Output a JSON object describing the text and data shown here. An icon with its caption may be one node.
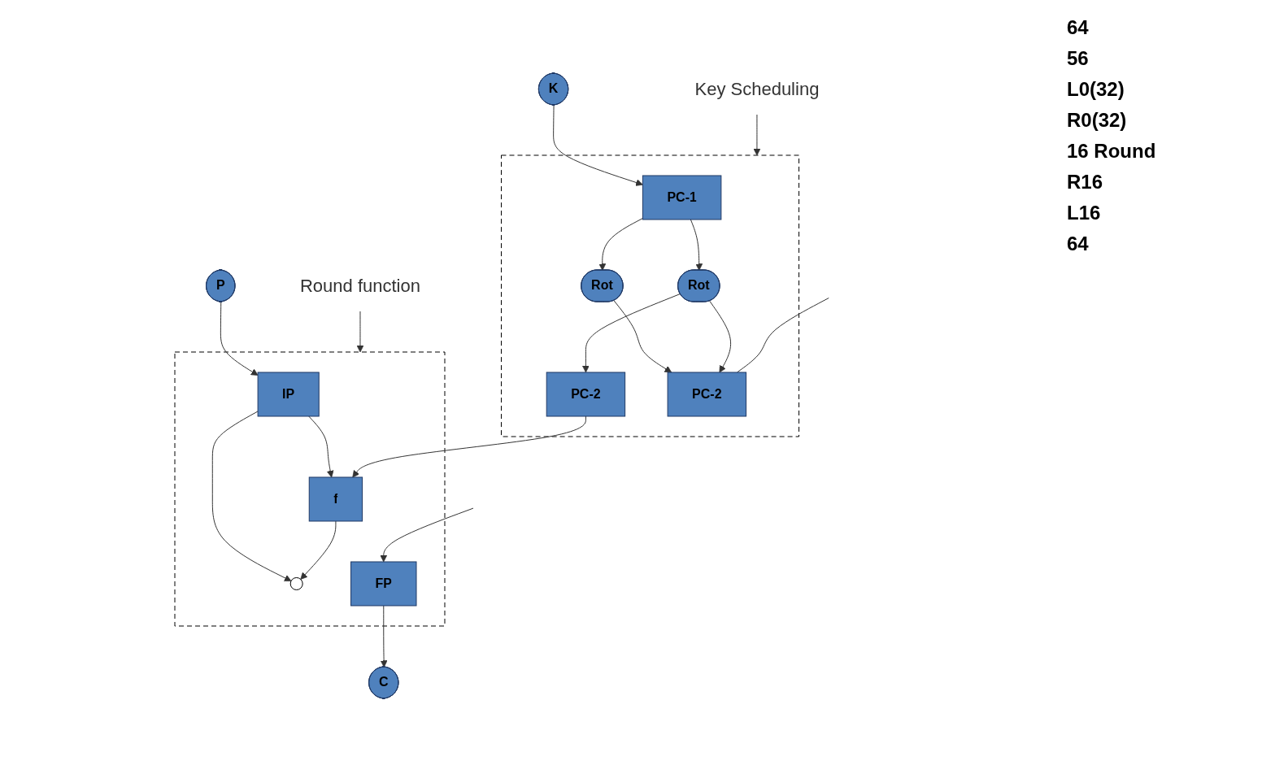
{
  "diagram": {
    "nodes": [
      {
        "text": [],
        "shape": "box"
      },
      {
        "text": [
          "P"
        ]
      },
      {
        "text": [
          "IP"
        ],
        "in": 0
      },
      {
        "text": [
          "f"
        ],
        "in": 0
      },
      {
        "text": [],
        "shape": "circle",
        "in": 0
      },
      {
        "text": [
          "FP"
        ],
        "in": 0
      },
      {
        "text": [
          "C"
        ]
      },
      {
        "text": [],
        "shape": "box"
      },
      {
        "text": [
          "K"
        ]
      },
      {
        "text": [
          "PC-1"
        ],
        "in": 7
      },
      {
        "text": [
          "Rot"
        ],
        "in": 7
      },
      {
        "text": [
          "Rot"
        ],
        "in": 7
      },
      {
        "text": [
          "PC-2"
        ],
        "in": 7
      },
      {
        "text": [
          "PC-2"
        ],
        "in": 7
      },
      {
        "text": [
          "Round function"
        ]
      },
      {
        "text": [
          "Key Scheduling"
        ]
      }
    ],
    "edges": [
      {
        "from": 1,
        "to": 2,
        "arrow": "to"
      },
      {
        "from": 2,
        "to": 4,
        "arrow": "to"
      },
      {
        "from": 2,
        "to": 3,
        "arrow": "to"
      },
      {
        "from": 3,
        "to": 4,
        "arrow": "to"
      },
      {
        "from": 12,
        "to": 3,
        "arrow": "to"
      },
      {
        "from": null,
        "to": 5,
        "arrow": "to"
      },
      {
        "from": 5,
        "to": 6,
        "arrow": "to"
      },
      {
        "from": 8,
        "to": 9,
        "arrow": "to"
      },
      {
        "from": 9,
        "to": 10,
        "arrow": "to"
      },
      {
        "from": 9,
        "to": 11,
        "arrow": "to"
      },
      {
        "from": 11,
        "to": 12,
        "arrow": "to"
      },
      {
        "from": 10,
        "to": 13,
        "arrow": "to"
      },
      {
        "from": 11,
        "to": 13,
        "arrow": "to"
      },
      {
        "from": null,
        "to": 13,
        "arrow": "none"
      },
      {
        "from": 14,
        "to": 0,
        "arrow": "to"
      },
      {
        "from": 15,
        "to": 7,
        "arrow": "to"
      }
    ],
    "labels": [
      "64",
      "56",
      "L0(32)",
      "R0(32)",
      "16 Round",
      "R16",
      "L16",
      "64"
    ]
  }
}
